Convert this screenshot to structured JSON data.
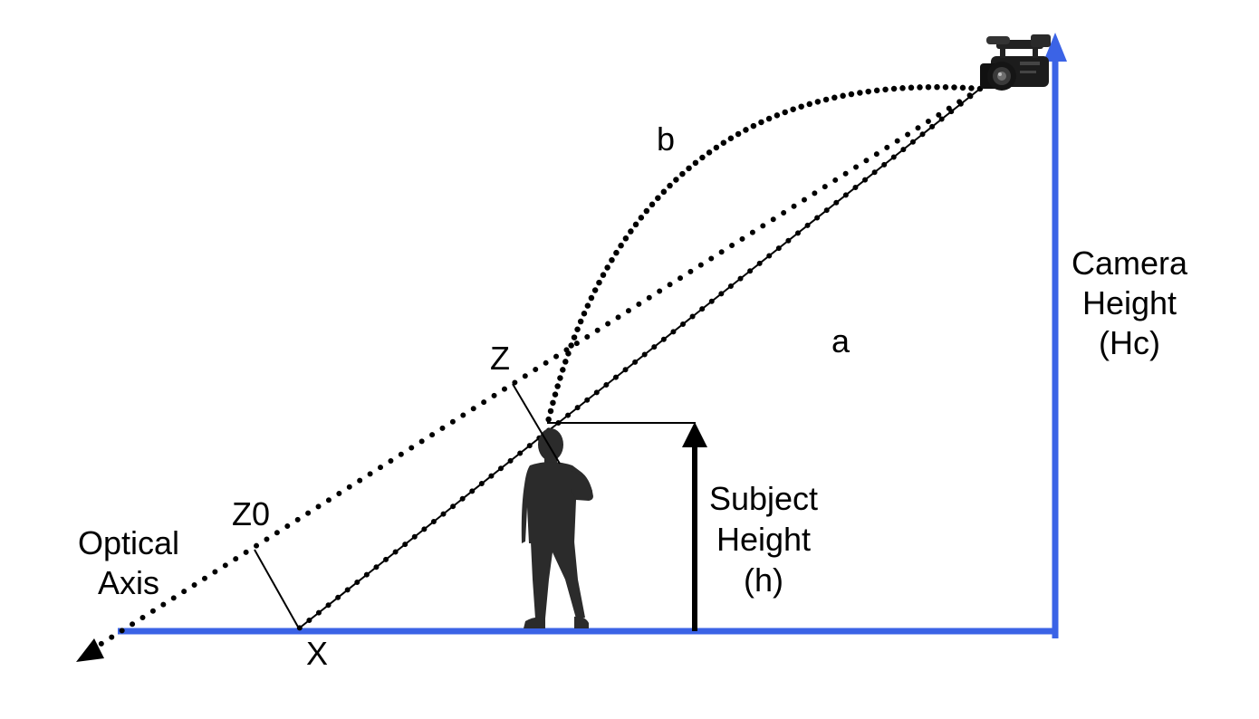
{
  "labels": {
    "optical_axis": [
      "Optical",
      "Axis"
    ],
    "z0": "Z0",
    "z": "Z",
    "x": "X",
    "a": "a",
    "b": "b",
    "subject_height": [
      "Subject",
      "Height",
      "(h)"
    ],
    "camera_height": [
      "Camera",
      "Height",
      "(Hc)"
    ]
  },
  "colors": {
    "axis_blue": "#3b63e6",
    "ink": "#000000",
    "silhouette": "#2b2b2b",
    "camera_body": "#1c1c1c"
  },
  "icons": {
    "camera": "video-camera-icon",
    "subject": "person-silhouette-icon"
  }
}
